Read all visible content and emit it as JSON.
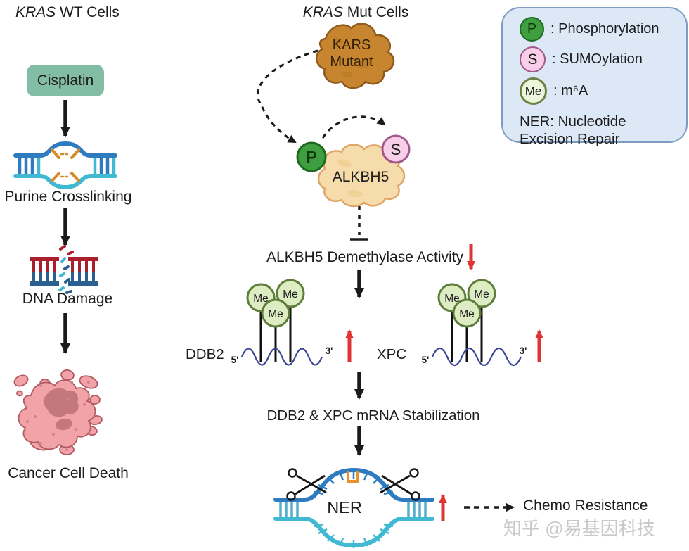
{
  "left_column": {
    "title_italic": "KRAS",
    "title_rest": " WT Cells",
    "cisplatin": "Cisplatin",
    "purine_crosslinking": "Purine Crosslinking",
    "dna_damage": "DNA Damage",
    "cancer_cell_death": "Cancer Cell Death"
  },
  "pathway": {
    "title_italic": "KRAS",
    "title_rest": " Mut Cells",
    "kars_line1": "KARS",
    "kars_line2": "Mutant",
    "p_badge": "P",
    "s_badge": "S",
    "me_badge": "Me",
    "alkbh5": "ALKBH5",
    "activity": "ALKBH5 Demethylase Activity",
    "ddb2": "DDB2",
    "xpc": "XPC",
    "five_prime": "5'",
    "three_prime": "3'",
    "stabilization": "DDB2 & XPC mRNA Stabilization",
    "ner": "NER",
    "chemo_resistance": "Chemo Resistance"
  },
  "legend": {
    "items": [
      {
        "badge": "P",
        "label": ": Phosphorylation"
      },
      {
        "badge": "S",
        "label": ": SUMOylation"
      },
      {
        "badge": "Me",
        "label": ": m⁶A"
      }
    ],
    "ner_line1": "NER: Nucleotide",
    "ner_line2": "Excision Repair"
  },
  "watermark": "知乎 @易基因科技",
  "colors": {
    "accent_red": "#e03434",
    "cisplatin_teal": "#84bda5",
    "phospho_green": "#3f9e3f",
    "sumo_pink": "#f7cfe9",
    "me_green_fill": "#ddecc3",
    "me_green_border": "#5d7d39",
    "legend_bg": "#dde8f7",
    "legend_border": "#7e9cc2",
    "dna_blue": "#2e7bbf",
    "dna_cyan": "#41b9d2",
    "damage_red": "#aa1f2e",
    "damage_blue": "#2b5f8f",
    "kars_orange": "#c8852f",
    "alkbh5_tan": "#f7dcab",
    "mrna_indigo": "#3d4795",
    "crosslink_orange": "#d98a2b",
    "cancer_pink": "#f2a3a8"
  }
}
